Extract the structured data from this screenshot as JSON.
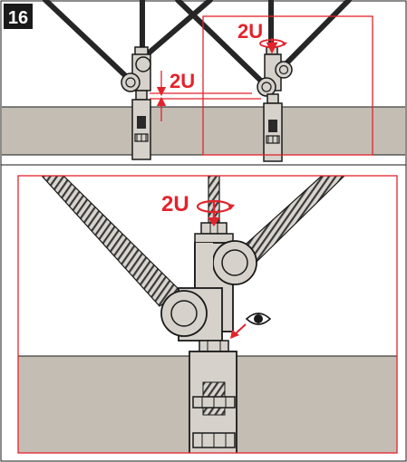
{
  "step_number": "16",
  "annotations": {
    "top_right_rotation": "2U",
    "top_left_gap": "2U",
    "detail_rotation": "2U"
  },
  "icons": [
    "eye-icon",
    "rotation-arrow-icon"
  ],
  "colors": {
    "accent": "#e3232c",
    "beam": "#c3bdb4",
    "rod": "#2a2a2a",
    "bracket_fill": "#d6d1cb",
    "outline": "#1a1a1a",
    "step_badge": "#1a1a1a"
  }
}
